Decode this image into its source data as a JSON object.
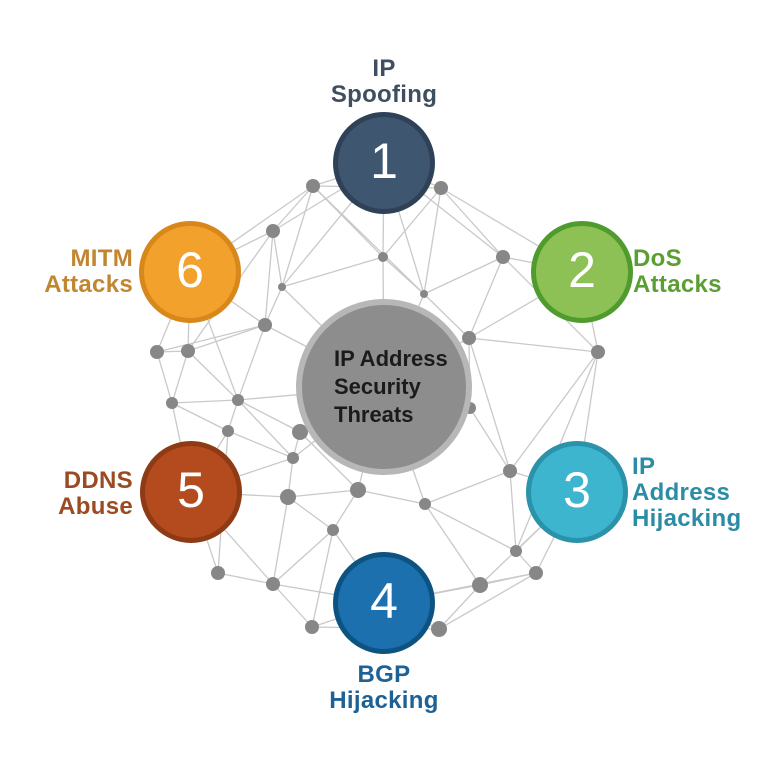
{
  "title": "IP Address Security Threats",
  "center": {
    "label": "IP Address\nSecurity\nThreats",
    "fill": "#8d8d8d",
    "ring": "#b7b7b7",
    "text_color": "#1b1b1b"
  },
  "threats": [
    {
      "number": "1",
      "label": "IP\nSpoofing",
      "fill": "#3f5670",
      "border": "#2e4157",
      "label_color": "#3f4e60",
      "label_position": "top"
    },
    {
      "number": "2",
      "label": "DoS\nAttacks",
      "fill": "#8ec155",
      "border": "#4f9b2d",
      "label_color": "#5b9e34",
      "label_position": "right"
    },
    {
      "number": "3",
      "label": "IP\nAddress\nHijacking",
      "fill": "#3eb5ce",
      "border": "#2a92a9",
      "label_color": "#2b8ca5",
      "label_position": "right"
    },
    {
      "number": "4",
      "label": "BGP\nHijacking",
      "fill": "#1c70ae",
      "border": "#0d5382",
      "label_color": "#1d6195",
      "label_position": "bottom"
    },
    {
      "number": "5",
      "label": "DDNS\nAbuse",
      "fill": "#b34b1e",
      "border": "#8e3a14",
      "label_color": "#9b4a21",
      "label_position": "left"
    },
    {
      "number": "6",
      "label": "MITM\nAttacks",
      "fill": "#f2a22c",
      "border": "#d8871b",
      "label_color": "#c28631",
      "label_position": "left"
    }
  ],
  "network": {
    "dot_color": "#878787",
    "line_color": "#c9c9c9",
    "line_width": 1.3,
    "nodes": [
      [
        313,
        186,
        7
      ],
      [
        441,
        188,
        7
      ],
      [
        273,
        231,
        7
      ],
      [
        383,
        257,
        5
      ],
      [
        503,
        257,
        7
      ],
      [
        282,
        287,
        4
      ],
      [
        424,
        294,
        4
      ],
      [
        265,
        325,
        7
      ],
      [
        469,
        338,
        7
      ],
      [
        598,
        352,
        7
      ],
      [
        157,
        352,
        7
      ],
      [
        188,
        351,
        7
      ],
      [
        172,
        403,
        6
      ],
      [
        238,
        400,
        6
      ],
      [
        228,
        431,
        6
      ],
      [
        300,
        432,
        8
      ],
      [
        293,
        458,
        6
      ],
      [
        288,
        497,
        8
      ],
      [
        358,
        490,
        8
      ],
      [
        333,
        530,
        6
      ],
      [
        218,
        573,
        7
      ],
      [
        273,
        584,
        7
      ],
      [
        312,
        627,
        7
      ],
      [
        425,
        504,
        6
      ],
      [
        510,
        471,
        7
      ],
      [
        516,
        551,
        6
      ],
      [
        536,
        573,
        7
      ],
      [
        480,
        585,
        8
      ],
      [
        439,
        629,
        8
      ],
      [
        470,
        408,
        6
      ],
      [
        384,
        163,
        0
      ],
      [
        582,
        272,
        0
      ],
      [
        577,
        492,
        0
      ],
      [
        384,
        603,
        0
      ],
      [
        191,
        492,
        0
      ],
      [
        190,
        272,
        0
      ],
      [
        384,
        387,
        0
      ]
    ],
    "edges": [
      [
        30,
        0
      ],
      [
        30,
        1
      ],
      [
        30,
        2
      ],
      [
        30,
        3
      ],
      [
        30,
        4
      ],
      [
        30,
        5
      ],
      [
        30,
        6
      ],
      [
        31,
        1
      ],
      [
        31,
        4
      ],
      [
        31,
        8
      ],
      [
        31,
        9
      ],
      [
        32,
        9
      ],
      [
        32,
        24
      ],
      [
        32,
        25
      ],
      [
        32,
        26
      ],
      [
        32,
        27
      ],
      [
        33,
        19
      ],
      [
        33,
        21
      ],
      [
        33,
        22
      ],
      [
        33,
        26
      ],
      [
        33,
        27
      ],
      [
        33,
        28
      ],
      [
        34,
        12
      ],
      [
        34,
        14
      ],
      [
        34,
        16
      ],
      [
        34,
        17
      ],
      [
        34,
        20
      ],
      [
        34,
        21
      ],
      [
        35,
        0
      ],
      [
        35,
        2
      ],
      [
        35,
        7
      ],
      [
        35,
        10
      ],
      [
        35,
        11
      ],
      [
        35,
        13
      ],
      [
        36,
        3
      ],
      [
        36,
        5
      ],
      [
        36,
        6
      ],
      [
        36,
        7
      ],
      [
        36,
        8
      ],
      [
        36,
        13
      ],
      [
        36,
        15
      ],
      [
        36,
        16
      ],
      [
        36,
        18
      ],
      [
        36,
        23
      ],
      [
        36,
        29
      ],
      [
        0,
        1
      ],
      [
        0,
        2
      ],
      [
        0,
        3
      ],
      [
        0,
        5
      ],
      [
        0,
        6
      ],
      [
        1,
        3
      ],
      [
        1,
        4
      ],
      [
        1,
        6
      ],
      [
        2,
        5
      ],
      [
        2,
        7
      ],
      [
        2,
        11
      ],
      [
        3,
        5
      ],
      [
        3,
        6
      ],
      [
        4,
        6
      ],
      [
        4,
        8
      ],
      [
        4,
        9
      ],
      [
        5,
        7
      ],
      [
        6,
        8
      ],
      [
        7,
        10
      ],
      [
        7,
        11
      ],
      [
        7,
        13
      ],
      [
        8,
        9
      ],
      [
        8,
        24
      ],
      [
        8,
        29
      ],
      [
        9,
        24
      ],
      [
        9,
        25
      ],
      [
        10,
        11
      ],
      [
        10,
        12
      ],
      [
        11,
        12
      ],
      [
        11,
        13
      ],
      [
        12,
        13
      ],
      [
        12,
        14
      ],
      [
        13,
        14
      ],
      [
        13,
        15
      ],
      [
        13,
        16
      ],
      [
        14,
        16
      ],
      [
        14,
        20
      ],
      [
        15,
        16
      ],
      [
        15,
        18
      ],
      [
        16,
        17
      ],
      [
        17,
        18
      ],
      [
        17,
        19
      ],
      [
        17,
        21
      ],
      [
        18,
        19
      ],
      [
        18,
        23
      ],
      [
        19,
        21
      ],
      [
        19,
        22
      ],
      [
        20,
        21
      ],
      [
        21,
        22
      ],
      [
        22,
        28
      ],
      [
        23,
        24
      ],
      [
        23,
        25
      ],
      [
        23,
        27
      ],
      [
        24,
        25
      ],
      [
        24,
        29
      ],
      [
        25,
        26
      ],
      [
        26,
        27
      ],
      [
        26,
        28
      ],
      [
        27,
        28
      ]
    ]
  }
}
